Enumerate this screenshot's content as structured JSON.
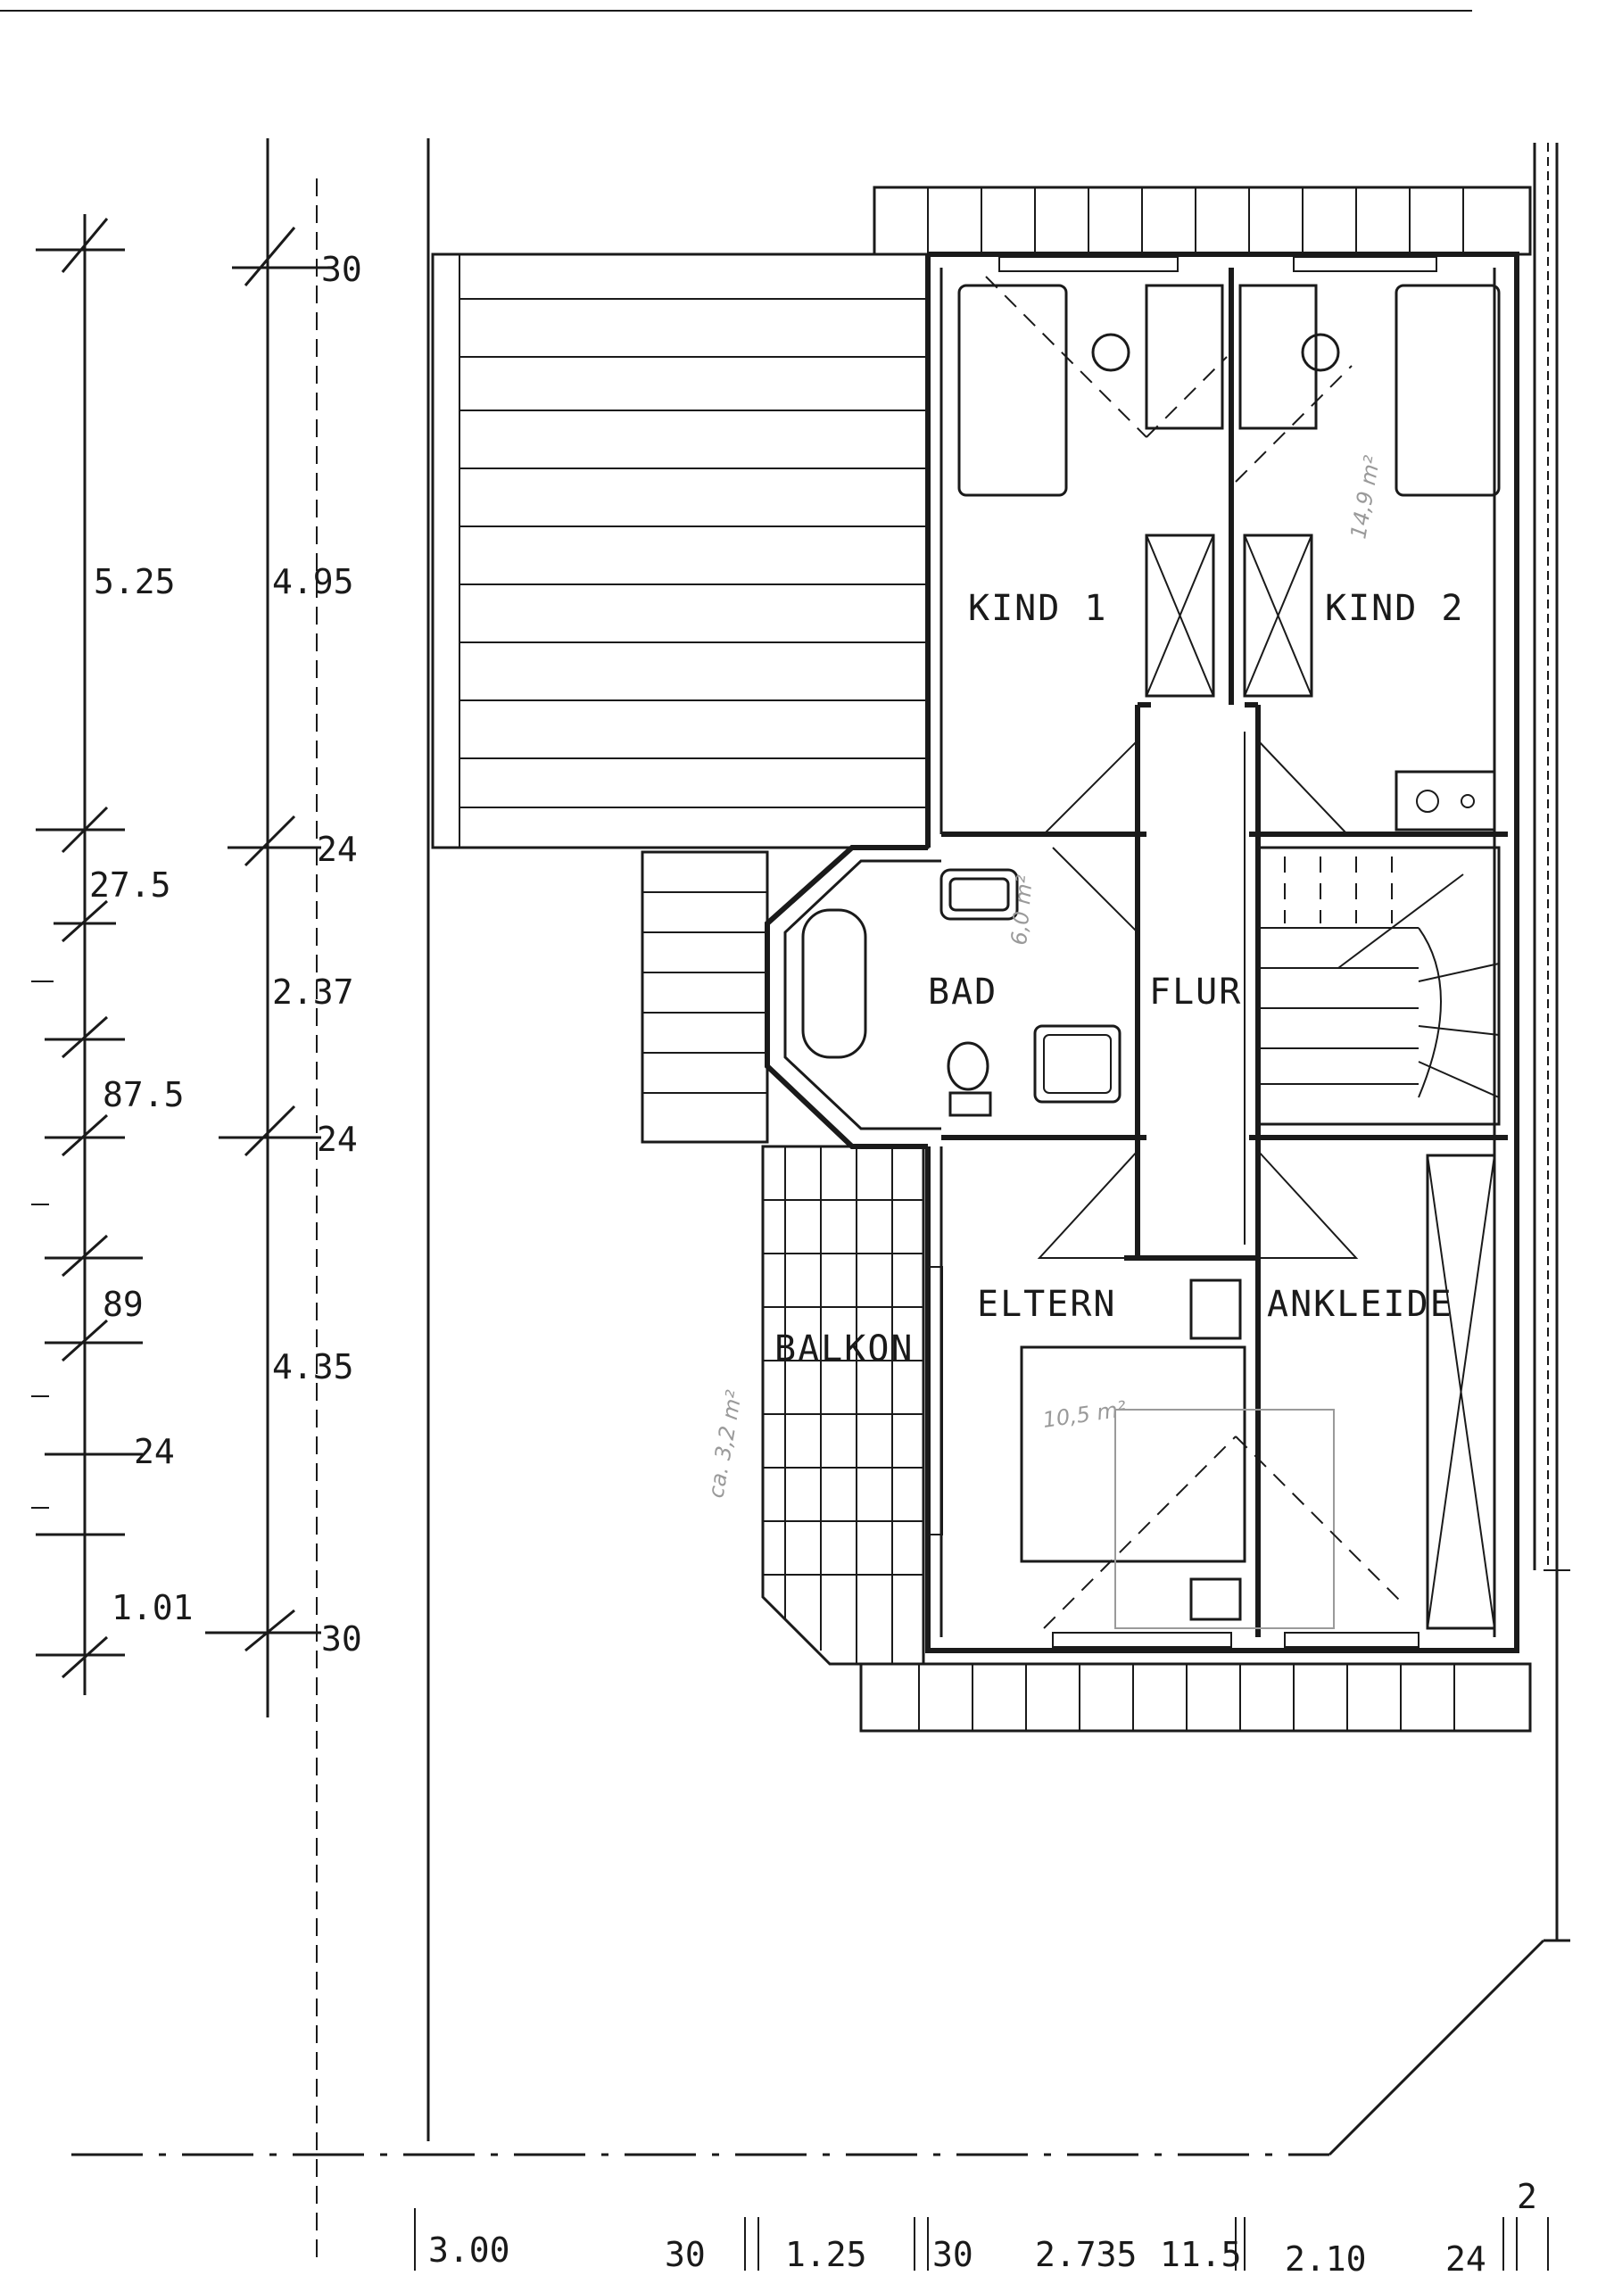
{
  "rooms": {
    "kind1": "KIND  1",
    "kind2": "KIND  2",
    "bad": "BAD",
    "flur": "FLUR",
    "eltern": "ELTERN",
    "ankleide": "ANKLEIDE",
    "balkon": "BALKON"
  },
  "dims_left": {
    "a": "5.25",
    "b": "27.5",
    "c": "87.5",
    "d": "89",
    "e": "24",
    "f": "1.01"
  },
  "dims_middle": {
    "top": "30",
    "a": "4.95",
    "b": "24",
    "c": "2.37",
    "d": "24",
    "e": "4.35",
    "bottom": "30"
  },
  "dims_bottom": {
    "a": "3.00",
    "b": "30",
    "c": "1.25",
    "d": "30",
    "e": "2.735",
    "f": "11.5",
    "g": "2.10",
    "h": "24",
    "page_number": "2"
  },
  "annotations": {
    "eltern_area": "10,5 m²",
    "balkon_area": "ca. 3,2 m²",
    "bad_area": "6,0 m²",
    "kind2_area": "14,9 m²"
  }
}
